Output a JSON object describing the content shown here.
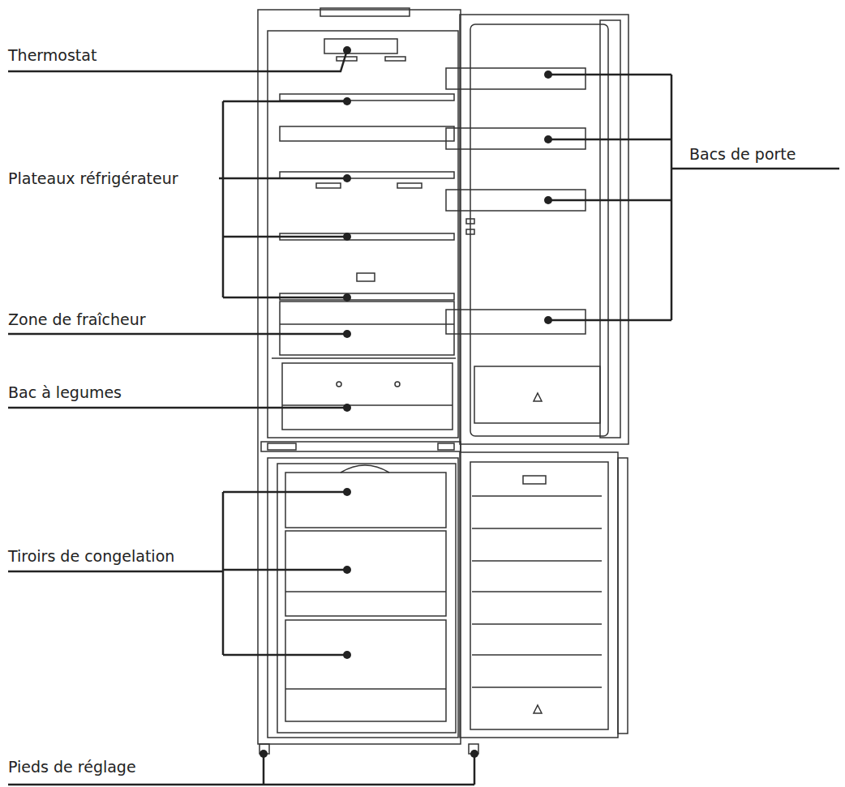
{
  "diagram": {
    "labels": [
      "Thermostat",
      "Plateaux réfrigérateur",
      "Zone de fraîcheur",
      "Bac à legumes",
      "Tiroirs de congelation",
      "Pieds de réglage",
      "Bacs de porte"
    ]
  }
}
